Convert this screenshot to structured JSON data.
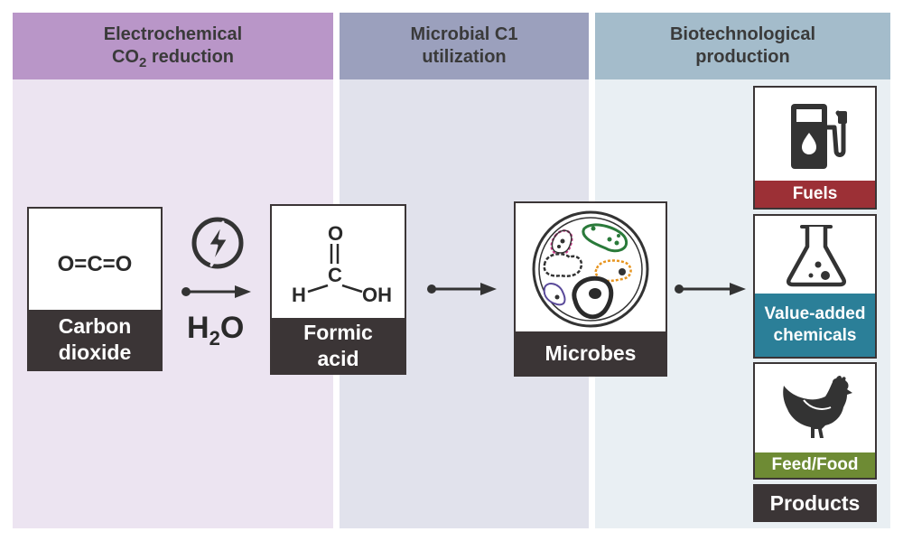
{
  "panels": [
    {
      "title_line1": "Electrochemical",
      "title_line2_pre": "CO",
      "title_line2_sub": "2",
      "title_line2_post": " reduction",
      "head_color": "#b996c8",
      "bg_color": "#ece4f1"
    },
    {
      "title_line1": "Microbial C1",
      "title_line2": "utilization",
      "head_color": "#9ba0bd",
      "bg_color": "#e1e2ec"
    },
    {
      "title_line1": "Biotechnological",
      "title_line2": "production",
      "head_color": "#a4bccb",
      "bg_color": "#e9eff3"
    }
  ],
  "co2": {
    "formula": "O=C=O",
    "label_line1": "Carbon",
    "label_line2": "dioxide"
  },
  "reagent": {
    "h": "H",
    "sub": "2",
    "o": "O"
  },
  "formic": {
    "o": "O",
    "c": "C",
    "h": "H",
    "oh": "OH",
    "label_line1": "Formic",
    "label_line2": "acid"
  },
  "microbes": {
    "label": "Microbes"
  },
  "products": [
    {
      "label": "Fuels",
      "color": "#9c3036"
    },
    {
      "label_line1": "Value-added",
      "label_line2": "chemicals",
      "color": "#2b7f98"
    },
    {
      "label": "Feed/Food",
      "color": "#6e8b34"
    }
  ],
  "products_footer": "Products",
  "icons": [
    "lightning-icon",
    "fuel-pump-icon",
    "flask-icon",
    "chicken-icon",
    "petri-dish-icon"
  ]
}
